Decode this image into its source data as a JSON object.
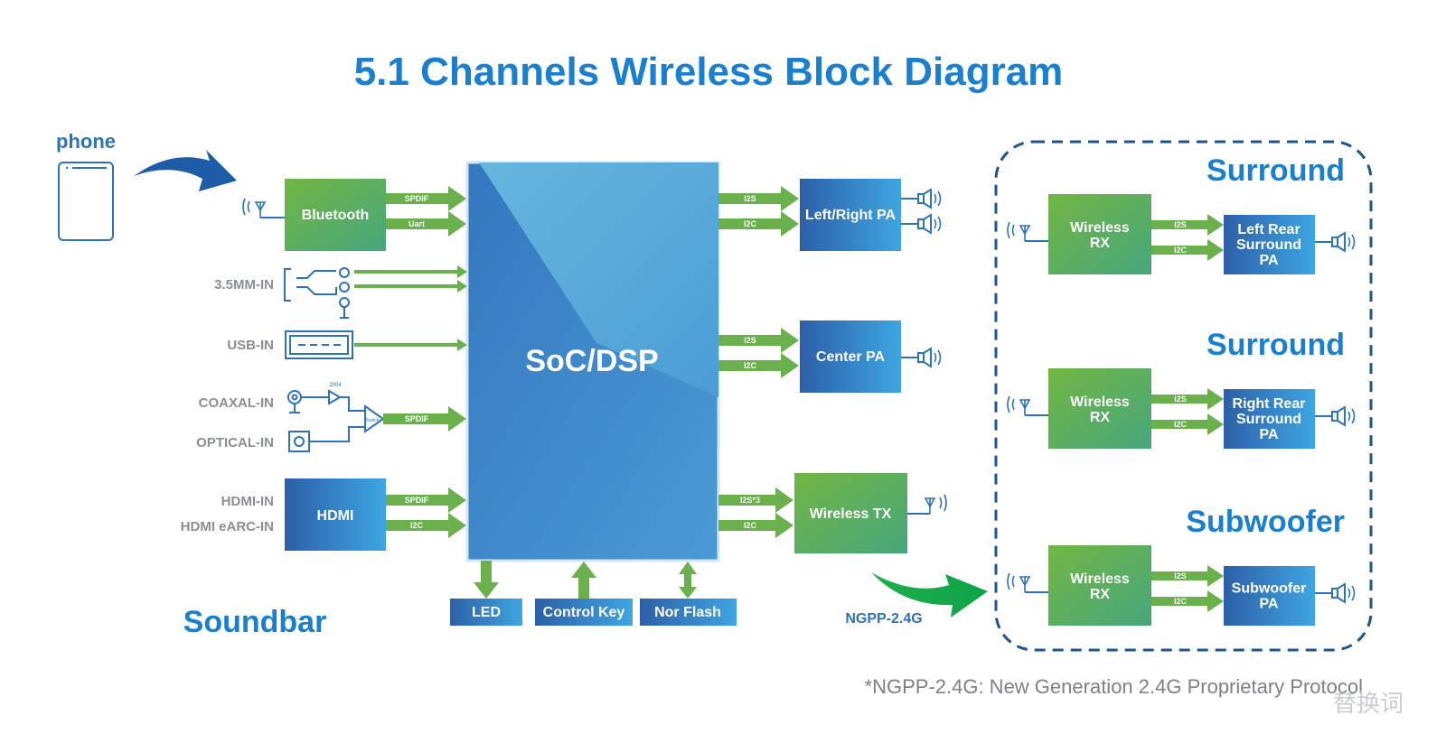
{
  "title": "5.1 Channels Wireless Block Diagram",
  "phone_label": "phone",
  "soundbar_label": "Soundbar",
  "soc_label": "SoC/DSP",
  "inputs": {
    "mm35": "3.5MM-IN",
    "usb": "USB-IN",
    "coaxal": "COAXAL-IN",
    "optical": "OPTICAL-IN",
    "hdmi_in": "HDMI-IN",
    "hdmi_earc": "HDMI eARC-IN"
  },
  "blocks": {
    "bluetooth": "Bluetooth",
    "hdmi": "HDMI",
    "lr_pa": "Left/Right PA",
    "center_pa": "Center PA",
    "wireless_tx": "Wireless TX",
    "led": "LED",
    "control_key": "Control Key",
    "nor_flash": "Nor Flash"
  },
  "arrow_labels": {
    "spdif": "SPDIF",
    "uart": "Uart",
    "i2s": "I2S",
    "i2c": "I2C",
    "i2s3": "I2S*3",
    "switch": "Switch",
    "chip": "2004"
  },
  "ngpp_label": "NGPP-2.4G",
  "receivers": [
    {
      "section": "Surround",
      "rx": [
        "Wireless",
        "RX"
      ],
      "pa": [
        "Left Rear",
        "Surround",
        "PA"
      ]
    },
    {
      "section": "Surround",
      "rx": [
        "Wireless",
        "RX"
      ],
      "pa": [
        "Right Rear",
        "Surround",
        "PA"
      ]
    },
    {
      "section": "Subwoofer",
      "rx": [
        "Wireless",
        "RX"
      ],
      "pa": [
        "Subwoofer",
        "PA"
      ]
    }
  ],
  "footnote": "*NGPP-2.4G: New Generation 2.4G Proprietary Protocol",
  "watermark": "替换词",
  "colors": {
    "title_blue": "#1a7fce",
    "green_block_start": "#6ab04c",
    "green_block_end": "#4aaa7a",
    "blue_block_start": "#2f66ae",
    "blue_block_end": "#3da3df",
    "arrow_green": "#6ab04c",
    "line_blue": "#2e72b8"
  }
}
